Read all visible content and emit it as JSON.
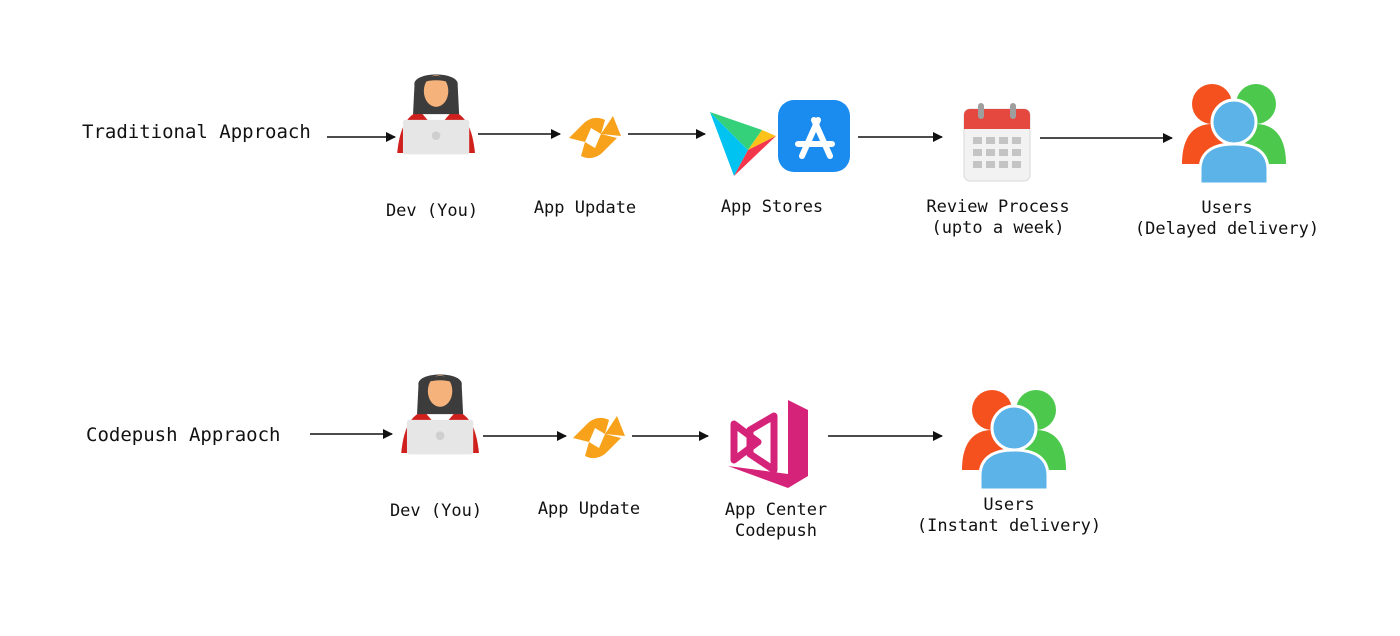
{
  "traditional": {
    "title": "Traditional Approach",
    "dev": "Dev (You)",
    "update": "App Update",
    "stores": "App Stores",
    "review_line1": "Review Process",
    "review_line2": "(upto a week)",
    "users_line1": "Users",
    "users_line2": "(Delayed delivery)"
  },
  "codepush": {
    "title": "Codepush Appraoch",
    "dev": "Dev (You)",
    "update": "App Update",
    "center_line1": "App Center",
    "center_line2": "Codepush",
    "users_line1": "Users",
    "users_line2": "(Instant delivery)"
  },
  "icons": [
    "developer-icon",
    "sync-update-icon",
    "google-play-icon",
    "app-store-icon",
    "calendar-icon",
    "users-group-icon",
    "visual-studio-icon"
  ],
  "colors": {
    "dev_red": "#D0201E",
    "skin": "#F5B27A",
    "hair": "#3C3C3C",
    "laptop": "#E6E6E6",
    "update_orange": "#F7A21A",
    "appstore_blue": "#1A8CF0",
    "calendar_red": "#E5483F",
    "user_red": "#F4511E",
    "user_green": "#4CC94C",
    "user_blue": "#5BB3E8",
    "vs_pink": "#D6237A"
  }
}
